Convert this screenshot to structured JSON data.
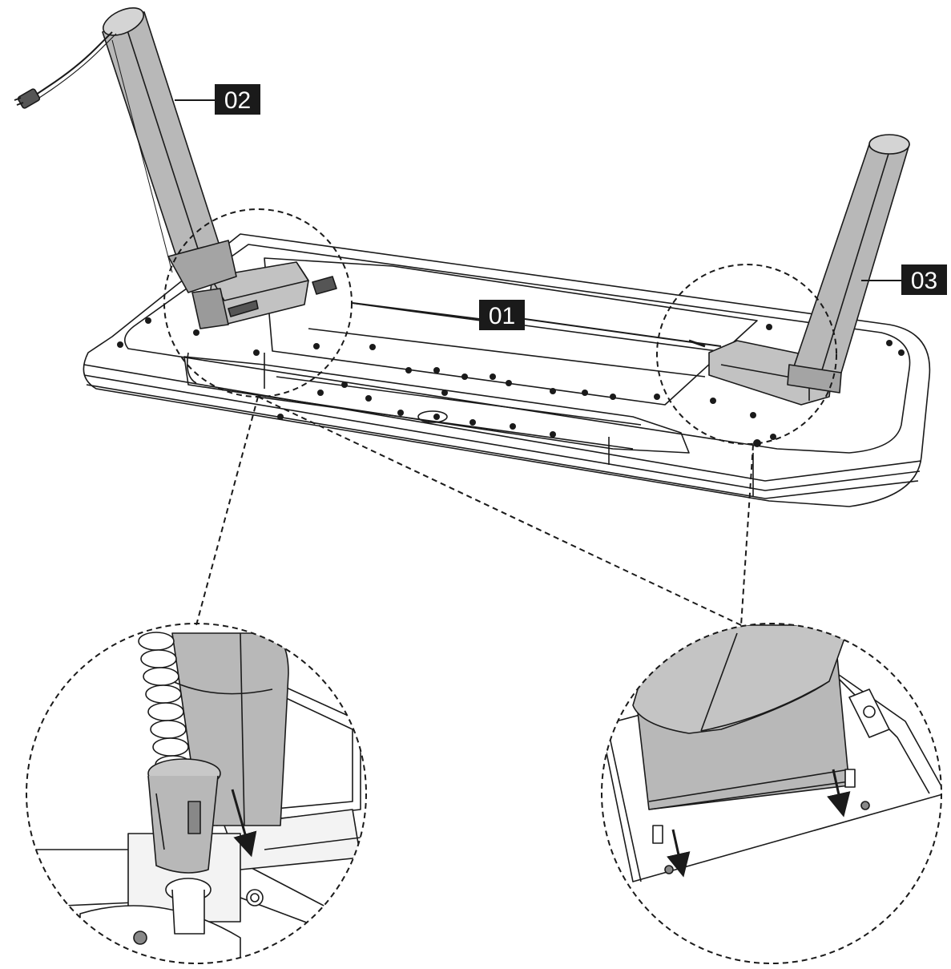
{
  "callouts": [
    {
      "id": "desktop",
      "label": "01"
    },
    {
      "id": "left-leg",
      "label": "02"
    },
    {
      "id": "right-leg",
      "label": "03"
    }
  ],
  "colors": {
    "line": "#1a1a1a",
    "leg_fill": "#b8b8b8",
    "leg_shade": "#a4a4a4",
    "board_fill": "#ffffff",
    "callout_fill": "#1a1a1a",
    "callout_text": "#ffffff",
    "arrow": "#1a1a1a"
  },
  "icons": [
    "power-plug-icon",
    "down-arrow-icon"
  ]
}
